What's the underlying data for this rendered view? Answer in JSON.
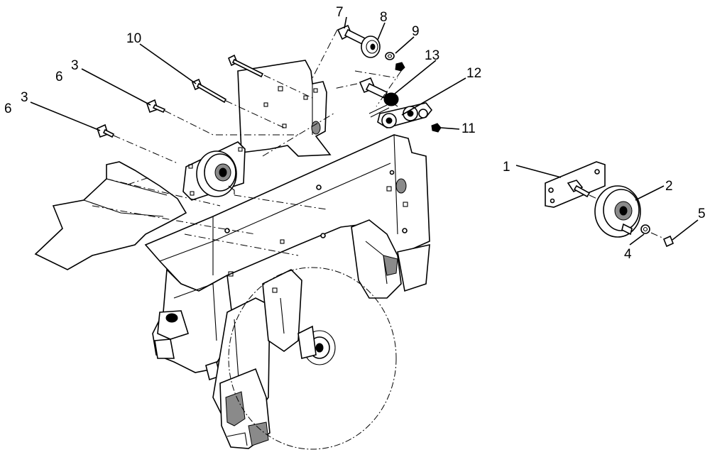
{
  "diagram": {
    "callouts": [
      "1",
      "2",
      "3",
      "3",
      "4",
      "5",
      "6",
      "6",
      "7",
      "8",
      "9",
      "10",
      "11",
      "12",
      "13"
    ]
  }
}
